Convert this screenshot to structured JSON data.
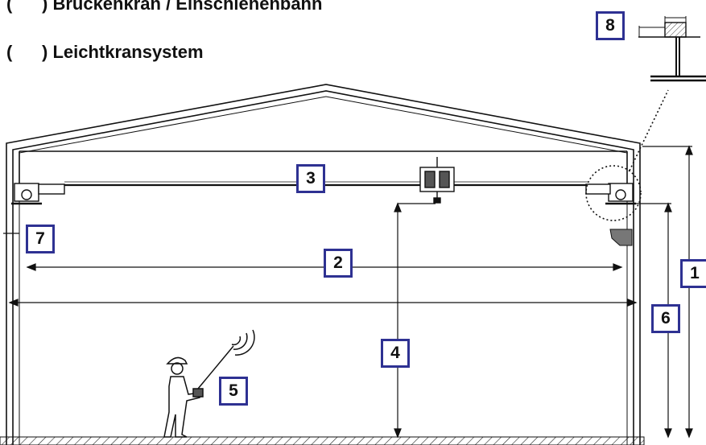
{
  "options": [
    {
      "open": "(",
      "close": ")",
      "label": "Brückenkran / Einschienenbahn"
    },
    {
      "open": "(",
      "close": ")",
      "label": "Leichtkransystem"
    }
  ],
  "badges": [
    "1",
    "2",
    "3",
    "4",
    "5",
    "6",
    "7",
    "8"
  ],
  "colors": {
    "badge_border": "#2e3192",
    "line": "#111111"
  }
}
